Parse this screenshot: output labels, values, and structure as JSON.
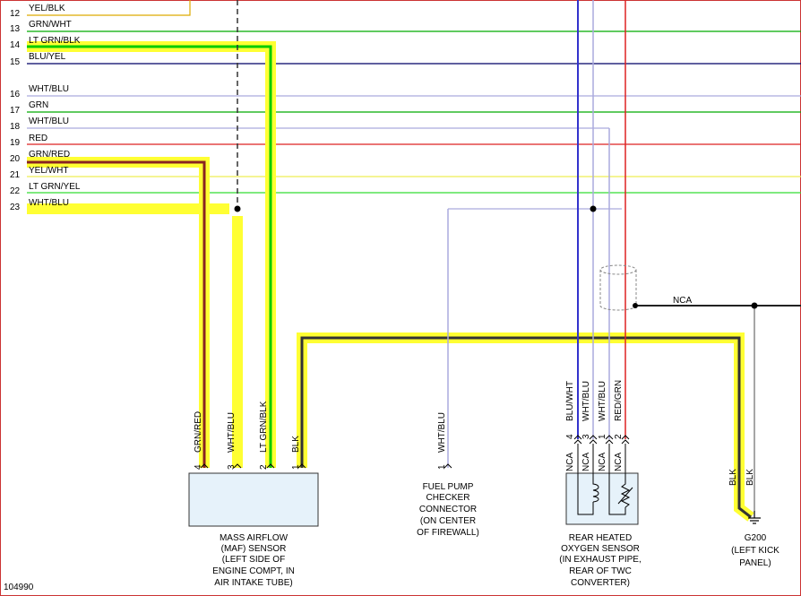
{
  "diagram_id": "104990",
  "circuits": [
    {
      "num": "12",
      "label": "YEL/BLK"
    },
    {
      "num": "13",
      "label": "GRN/WHT"
    },
    {
      "num": "14",
      "label": "LT GRN/BLK"
    },
    {
      "num": "15",
      "label": "BLU/YEL"
    },
    {
      "num": "16",
      "label": "WHT/BLU"
    },
    {
      "num": "17",
      "label": "GRN"
    },
    {
      "num": "18",
      "label": "WHT/BLU"
    },
    {
      "num": "19",
      "label": "RED"
    },
    {
      "num": "20",
      "label": "GRN/RED"
    },
    {
      "num": "21",
      "label": "YEL/WHT"
    },
    {
      "num": "22",
      "label": "LT GRN/YEL"
    },
    {
      "num": "23",
      "label": "WHT/BLU"
    }
  ],
  "maf_sensor": {
    "pins": [
      {
        "num": "4",
        "wire": "GRN/RED"
      },
      {
        "num": "3",
        "wire": "WHT/BLU"
      },
      {
        "num": "2",
        "wire": "LT GRN/BLK"
      },
      {
        "num": "1",
        "wire": "BLK"
      }
    ],
    "caption": [
      "MASS AIRFLOW",
      "(MAF) SENSOR",
      "(LEFT SIDE OF",
      "ENGINE COMPT, IN",
      "AIR INTAKE TUBE)"
    ]
  },
  "fuel_pump_connector": {
    "pin": {
      "num": "1",
      "wire": "WHT/BLU"
    },
    "caption": [
      "FUEL PUMP",
      "CHECKER",
      "CONNECTOR",
      "(ON CENTER",
      "OF FIREWALL)"
    ]
  },
  "oxygen_sensor": {
    "pins": [
      {
        "num": "4",
        "wire": "BLU/WHT",
        "nca": "NCA"
      },
      {
        "num": "3",
        "wire": "WHT/BLU",
        "nca": "NCA"
      },
      {
        "num": "1",
        "wire": "WHT/BLU",
        "nca": "NCA"
      },
      {
        "num": "2",
        "wire": "RED/GRN",
        "nca": "NCA"
      }
    ],
    "caption": [
      "REAR HEATED",
      "OXYGEN SENSOR",
      "(IN EXHAUST PIPE,",
      "REAR OF TWC",
      "CONVERTER)"
    ]
  },
  "shield_label": "NCA",
  "ground": {
    "wire_left": "BLK",
    "wire_right": "BLK",
    "caption": [
      "G200",
      "(LEFT KICK",
      "PANEL)"
    ]
  },
  "colors": {
    "highlight": "#ffff33",
    "green": "#00aa00",
    "lt_green": "#33dd33",
    "navy": "#000066",
    "blue": "#3333cc",
    "lavender": "#aaaadd",
    "red": "#dd2222",
    "yellow": "#eeee55",
    "dark": "#333333",
    "brown_red": "#882222",
    "gray": "#888888",
    "orange": "#ddaa00",
    "sensor_fill": "#e6f2fa"
  }
}
